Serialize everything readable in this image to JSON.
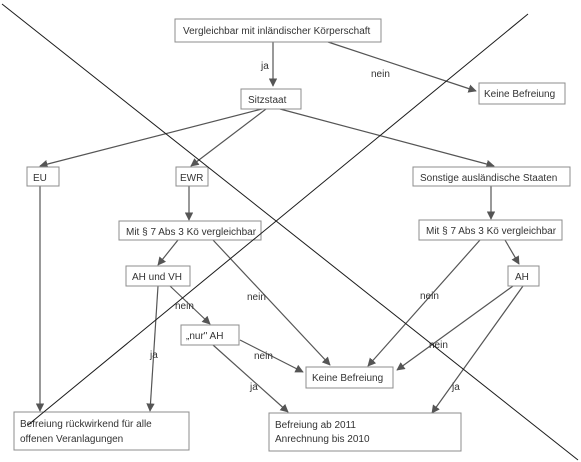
{
  "nodes": {
    "root": "Vergleichbar mit inländischer Körperschaft",
    "keine_top": "Keine Befreiung",
    "sitzstaat": "Sitzstaat",
    "eu": "EU",
    "ewr": "EWR",
    "sonstige": "Sonstige ausländische Staaten",
    "vergl_left": "Mit § 7 Abs 3 Kö vergleichbar",
    "vergl_right": "Mit § 7 Abs 3 Kö vergleichbar",
    "ah_vh": "AH und VH",
    "ah_right": "AH",
    "nur_ah": "„nur\" AH",
    "keine_mid": "Keine Befreiung",
    "befreiung_rueck_1": "Befreiung rückwirkend für alle",
    "befreiung_rueck_2": "offenen Veranlagungen",
    "befreiung_2011_1": "Befreiung ab 2011",
    "befreiung_2011_2": "Anrechnung bis 2010"
  },
  "edge_labels": {
    "root_ja": "ja",
    "root_nein": "nein",
    "ewr_nein": "nein",
    "ahvh_nein": "nein",
    "ahvh_ja": "ja",
    "nur_nein": "nein",
    "nur_ja": "ja",
    "right_nein_1": "nein",
    "right_nein_2": "nein",
    "right_ja": "ja"
  }
}
